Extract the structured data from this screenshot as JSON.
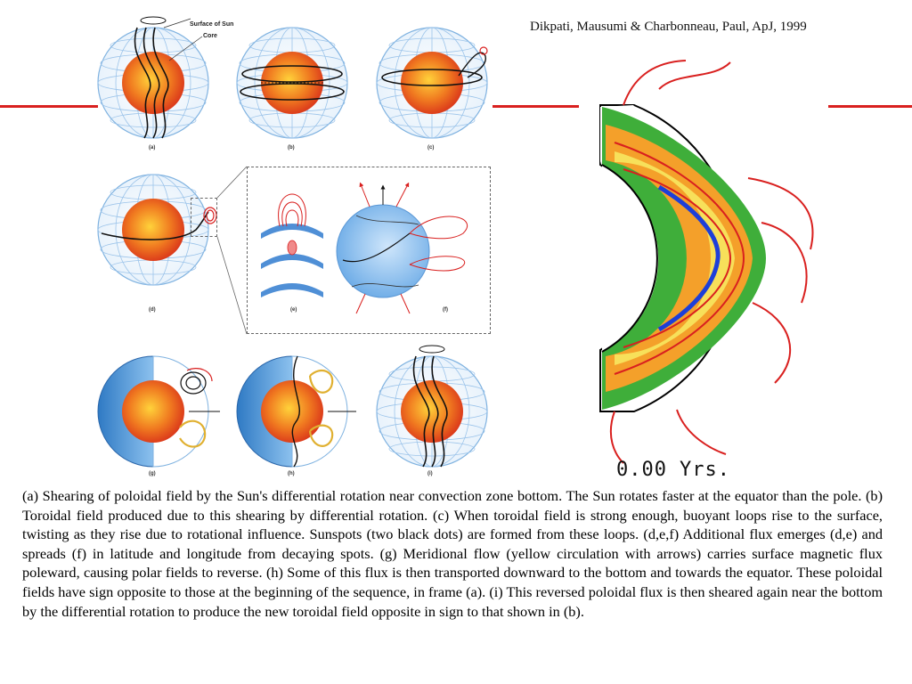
{
  "citation": "Dikpati, Mausumi & Charbonneau, Paul, ApJ, 1999",
  "diagram": {
    "surface_label": "Surface of Sun",
    "core_label": "Core",
    "panel_labels": [
      "(a)",
      "(b)",
      "(c)",
      "(d)",
      "(e)",
      "(f)",
      "(g)",
      "(h)",
      "(i)"
    ],
    "colors": {
      "accent_line": "#d9201f",
      "core": "#e8411c",
      "grid": "#7fb2e0",
      "flux_loop": "#e0b030"
    }
  },
  "simulation": {
    "time_value": "0.00",
    "time_unit": "Yrs."
  },
  "caption": "(a) Shearing of poloidal field by the Sun's differential rotation near convection zone bottom. The Sun rotates faster at the equator than the pole. (b) Toroidal field produced due to this shearing by differential rotation. (c) When toroidal field is strong enough, buoyant loops rise to the surface, twisting as they rise due to rotational influence. Sunspots (two black dots) are formed from these loops. (d,e,f) Additional flux emerges (d,e) and spreads (f) in latitude and longitude from decaying spots. (g) Meridional flow (yellow circulation with arrows) carries surface magnetic flux poleward, causing polar fields to reverse. (h) Some of this flux is then transported downward to the bottom and towards the equator. These poloidal fields have sign opposite to those at the beginning of the sequence, in frame (a). (i) This reversed poloidal flux is then sheared again near the bottom by the differential rotation to produce the new toroidal field opposite in sign to that shown in (b)."
}
